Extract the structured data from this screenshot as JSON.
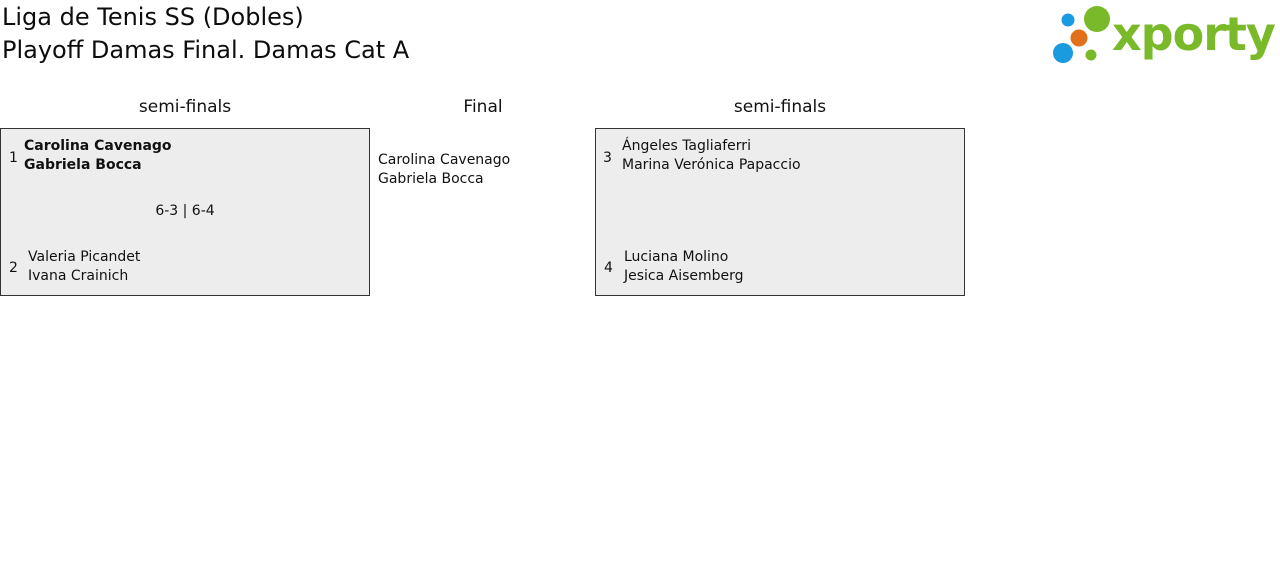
{
  "header": {
    "title_line1": "Liga de Tenis SS (Dobles)",
    "title_line2": "Playoff Damas Final. Damas Cat A"
  },
  "logo": {
    "text": "xporty",
    "colors": {
      "green": "#7ab929",
      "orange": "#e2701a",
      "blue": "#1a9be0"
    }
  },
  "bracket": {
    "columns": [
      "semi-finals",
      "Final",
      "semi-finals"
    ],
    "semifinal_1": {
      "team_a": {
        "seed": "1",
        "player1": "Carolina Cavenago",
        "player2": "Gabriela Bocca"
      },
      "score": "6-3 | 6-4",
      "team_b": {
        "seed": "2",
        "player1": "Valeria Picandet",
        "player2": "Ivana Crainich"
      }
    },
    "final": {
      "player1": "Carolina Cavenago",
      "player2": "Gabriela Bocca"
    },
    "semifinal_2": {
      "team_a": {
        "seed": "3",
        "player1": "Ángeles Tagliaferri",
        "player2": "Marina Verónica Papaccio"
      },
      "team_b": {
        "seed": "4",
        "player1": "Luciana Molino",
        "player2": "Jesica Aisemberg"
      }
    }
  }
}
